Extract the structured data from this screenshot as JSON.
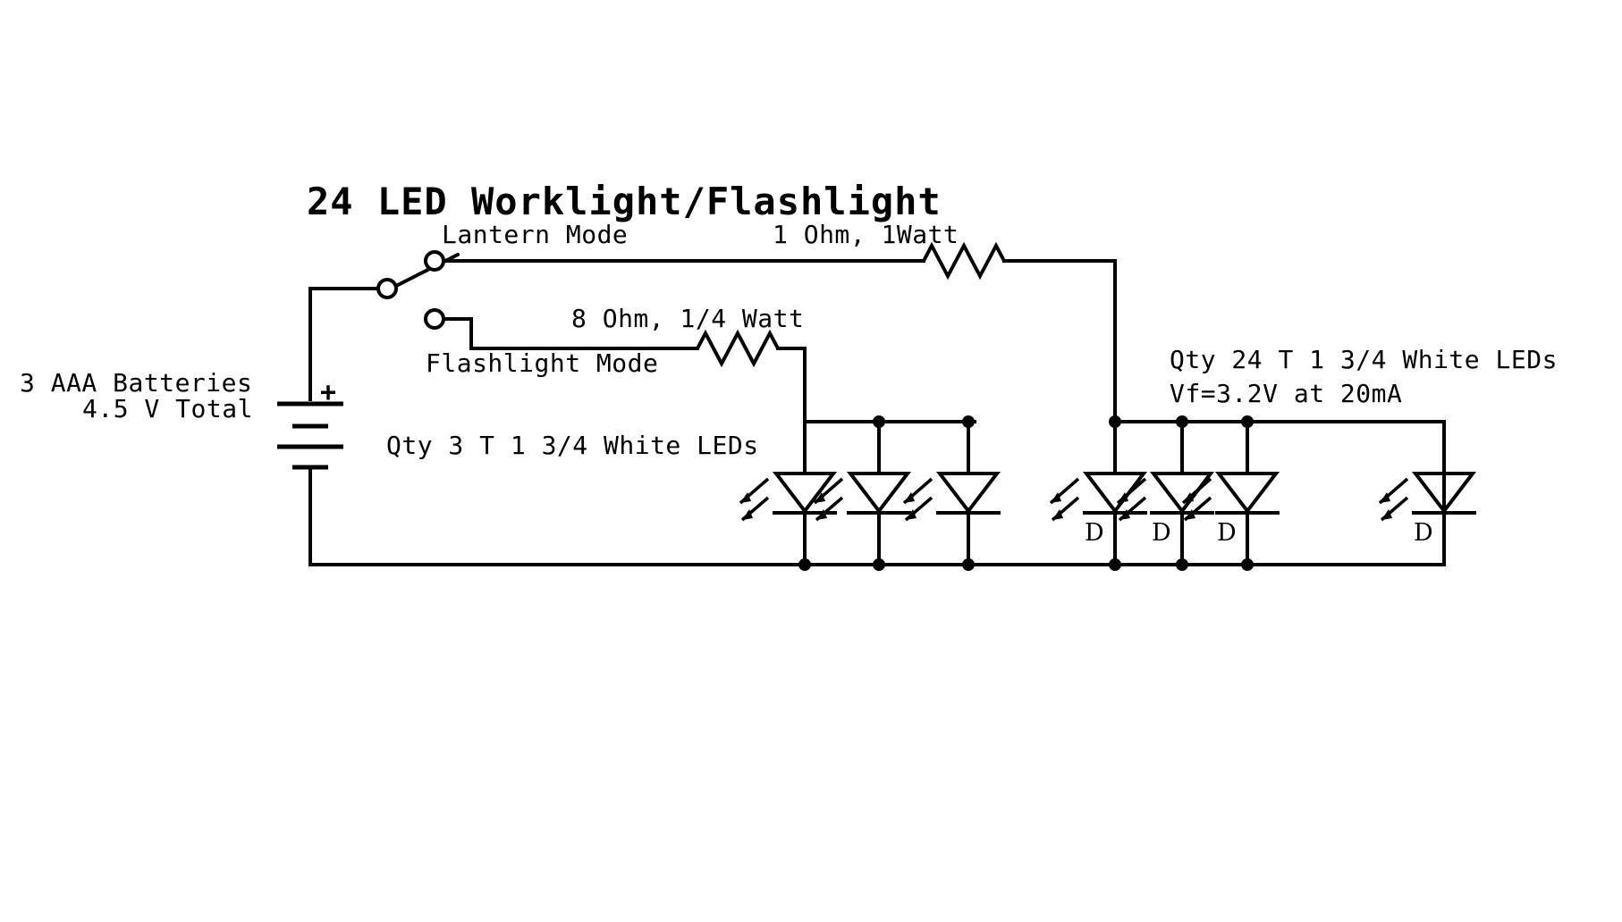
{
  "document": {
    "kind": "circuit-schematic",
    "title": "24 LED Worklight/Flashlight",
    "background_color": "#ffffff",
    "ink_color": "#000000"
  },
  "labels": {
    "title": "24 LED Worklight/Flashlight",
    "lantern_mode": "Lantern Mode",
    "flashlight_mode": "Flashlight Mode",
    "resistor_lantern": "1 Ohm, 1Watt",
    "resistor_flashlight": "8 Ohm, 1/4 Watt",
    "battery_line1": "3 AAA Batteries",
    "battery_line2": "4.5 V Total",
    "battery_polarity": "+",
    "left_bank_qty": "Qty 3  T 1 3/4 White LEDs",
    "right_bank_qty": "Qty 24  T 1 3/4 White LEDs",
    "right_bank_vf": "Vf=3.2V at 20mA",
    "led_ref": "D"
  },
  "components": {
    "battery": {
      "name": "3 AAA Batteries",
      "voltage": "4.5 V Total",
      "cells": 3,
      "polarity_marker": "+"
    },
    "switch": {
      "type": "SPDT",
      "positions": [
        {
          "label": "Lantern Mode",
          "selected": true
        },
        {
          "label": "Flashlight Mode",
          "selected": false
        }
      ]
    },
    "resistors": [
      {
        "ref": "R-lantern",
        "value": "1 Ohm",
        "power": "1Watt",
        "branch": "Lantern Mode"
      },
      {
        "ref": "R-flashlight",
        "value": "8 Ohm",
        "power": "1/4 Watt",
        "branch": "Flashlight Mode"
      }
    ],
    "led_banks": [
      {
        "name": "flashlight-bank",
        "qty_label": "Qty 3  T 1 3/4 White LEDs",
        "count": 3,
        "type": "T 1 3/4 White LED",
        "show_ref": false
      },
      {
        "name": "lantern-bank",
        "qty_label": "Qty 24  T 1 3/4 White LEDs",
        "spec_label": "Vf=3.2V at 20mA",
        "count": 4,
        "type": "T 1 3/4 White LED",
        "vf": "3.2V",
        "current": "20mA",
        "show_ref": true,
        "ref": "D"
      }
    ]
  }
}
